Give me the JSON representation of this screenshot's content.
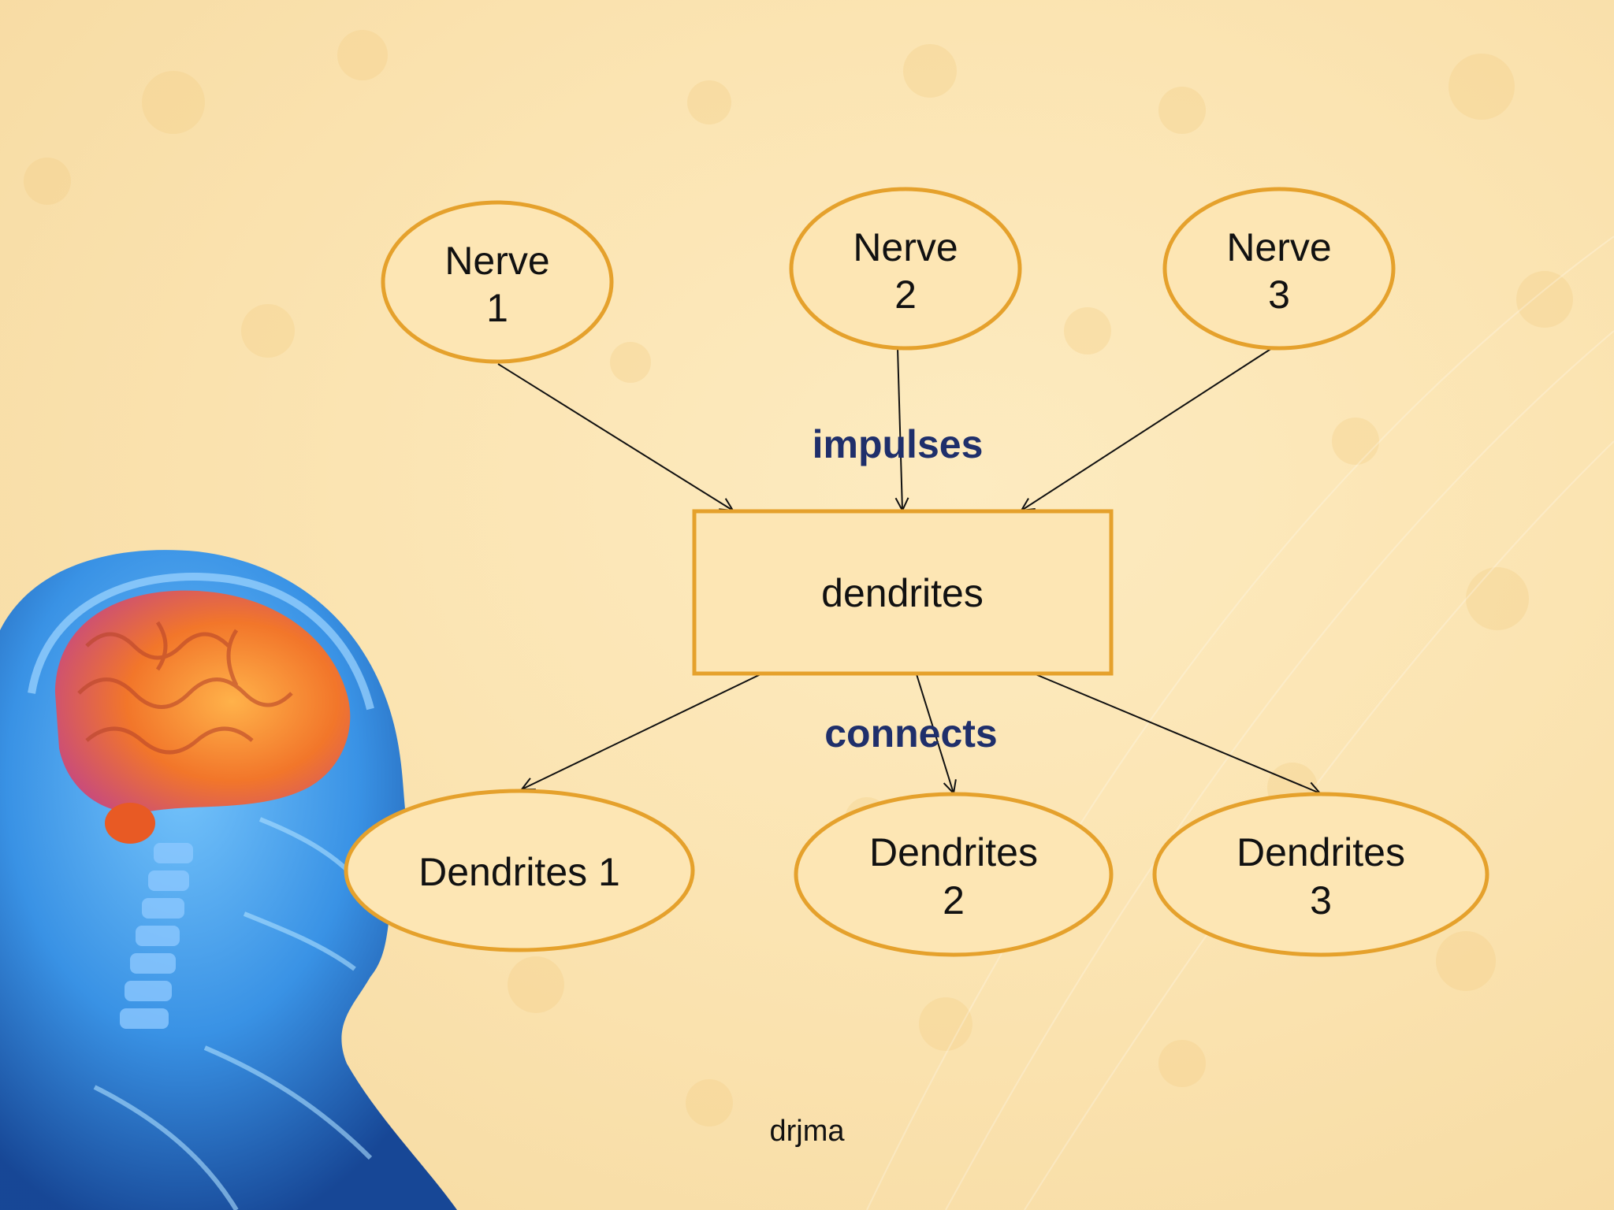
{
  "slide": {
    "nodes": {
      "nerve1": {
        "line1": "Nerve",
        "line2": "1"
      },
      "nerve2": {
        "line1": "Nerve",
        "line2": "2"
      },
      "nerve3": {
        "line1": "Nerve",
        "line2": "3"
      },
      "dendrites_box": {
        "label": "dendrites"
      },
      "dendrites1": {
        "label": "Dendrites 1"
      },
      "dendrites2": {
        "line1": "Dendrites",
        "line2": "2"
      },
      "dendrites3": {
        "line1": "Dendrites",
        "line2": "3"
      }
    },
    "relations": {
      "impulses": "impulses",
      "connects": "connects"
    },
    "footer": "drjma",
    "illustration": "human-head-brain-xray-illustration"
  },
  "colors": {
    "shape_fill": "#fde6b4",
    "shape_stroke": "#e5a12c",
    "relation_text": "#1f2f6b",
    "node_text": "#111111",
    "skeleton_blue": "#2f8ee8",
    "brain_orange": "#f2762a"
  }
}
